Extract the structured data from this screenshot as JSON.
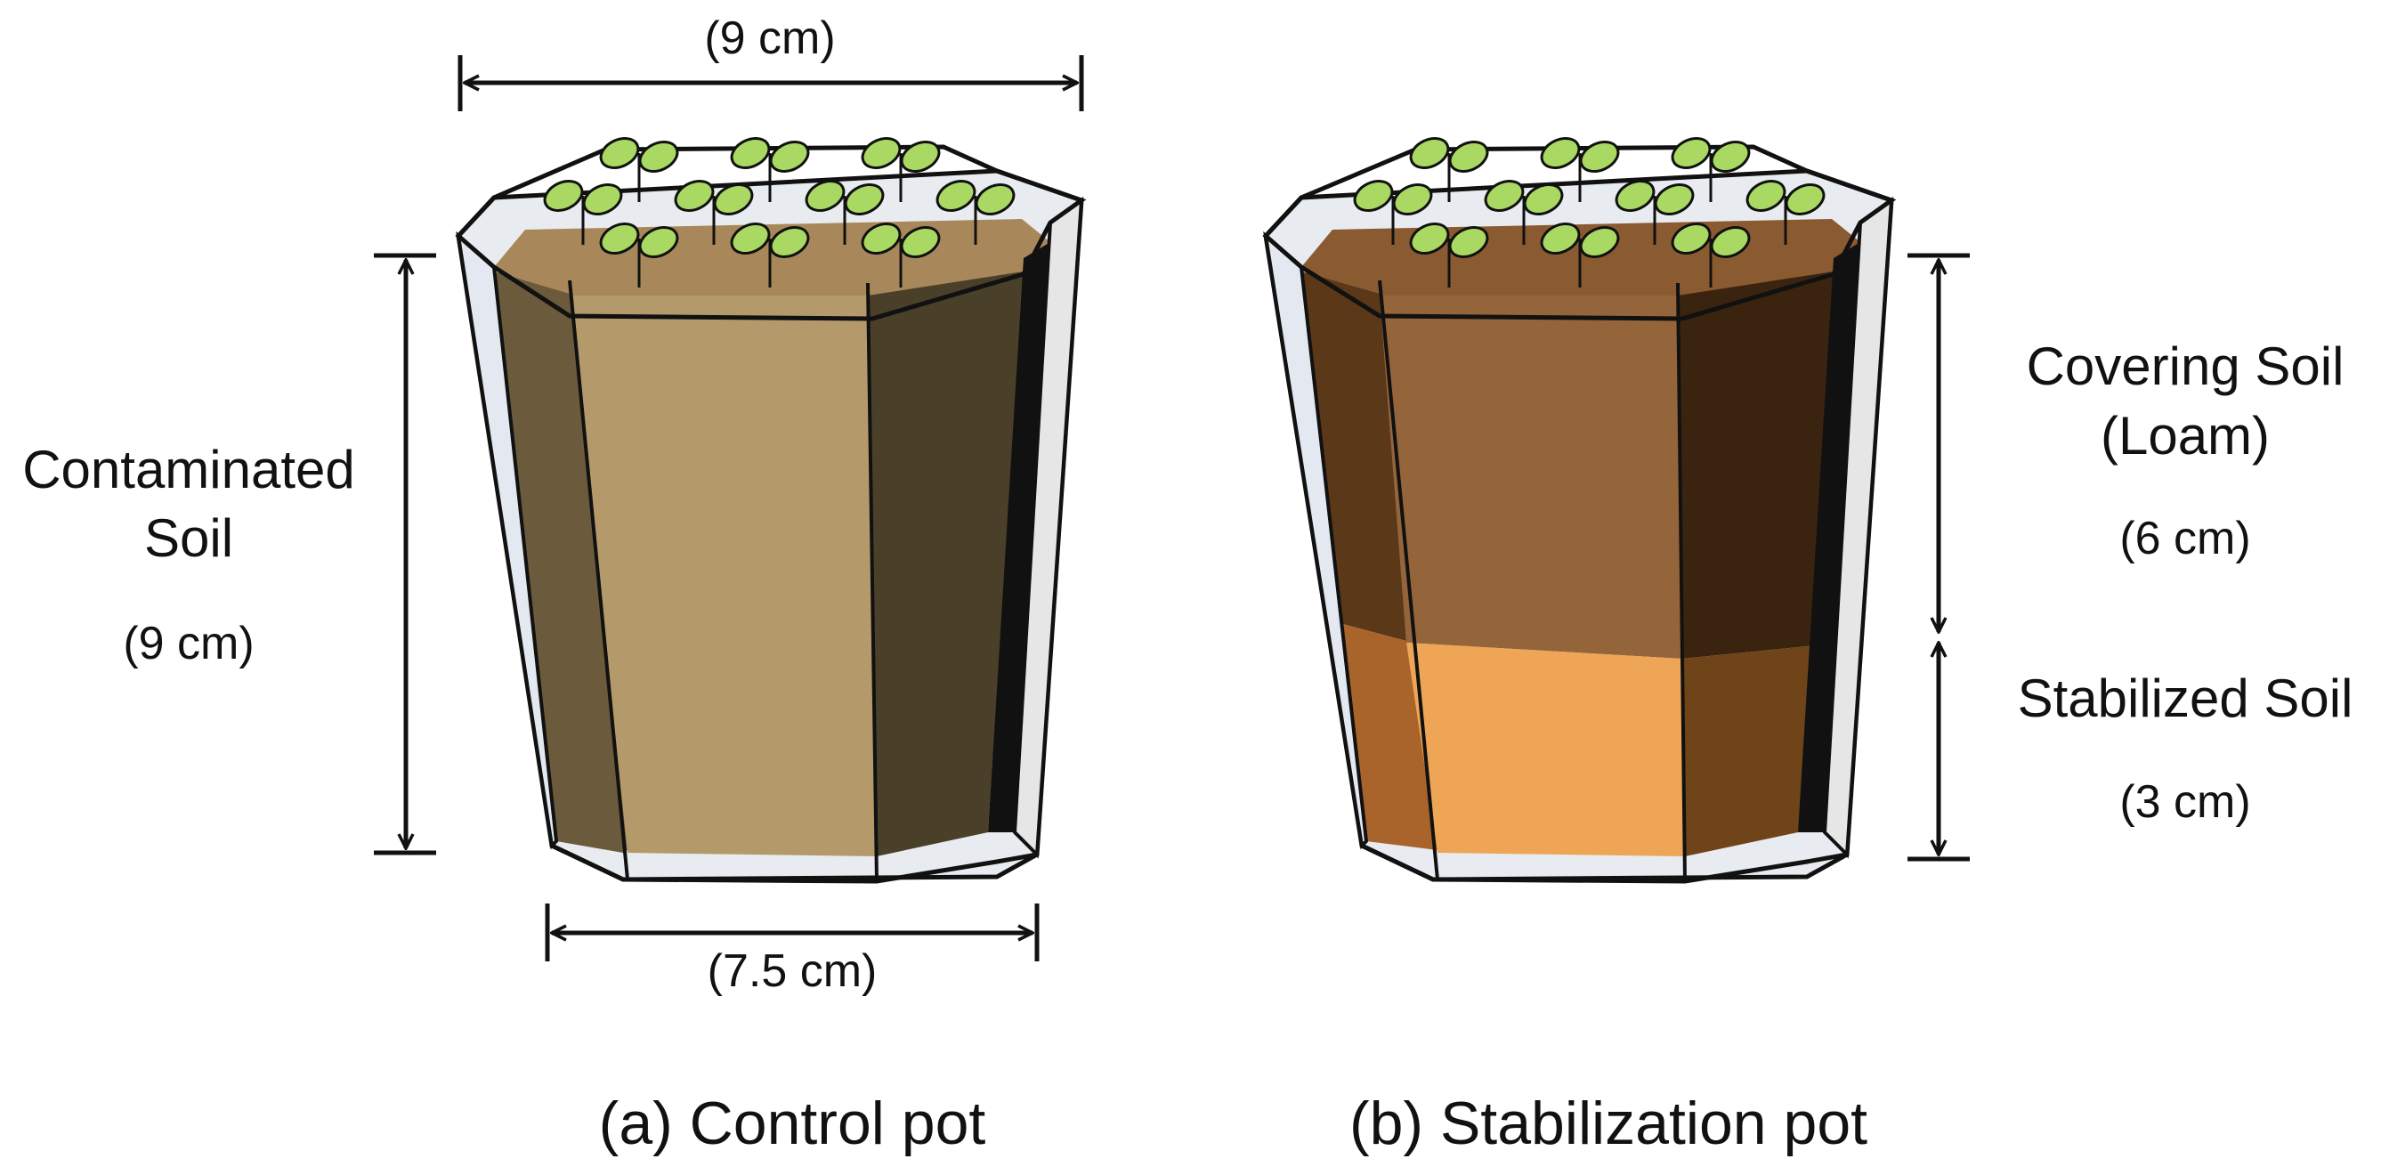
{
  "dimensions": {
    "top_width": "(9 cm)",
    "bottom_width": "(7.5 cm)",
    "control_height": "(9 cm)",
    "covering_height": "(6 cm)",
    "stabilized_height": "(3 cm)"
  },
  "layers": {
    "contaminated_line1": "Contaminated",
    "contaminated_line2": "Soil",
    "covering_line1": "Covering Soil",
    "covering_line2": "(Loam)",
    "stabilized": "Stabilized Soil"
  },
  "captions": {
    "control": "(a) Control pot",
    "stabilization": "(b) Stabilization pot"
  },
  "colors": {
    "control_soil_front": "#b49a6a",
    "control_soil_top": "#a8885a",
    "control_soil_left": "#6b5a3c",
    "control_soil_right": "#4a3f28",
    "loam_front": "#94643a",
    "loam_top": "#8a5a30",
    "loam_left": "#5a3818",
    "loam_right": "#3a2410",
    "stabilized_front": "#eea556",
    "stabilized_left": "#a8642a",
    "stabilized_right": "#6e4418",
    "pot_glass": "#dde2ea",
    "leaf_green": "#a9d962"
  }
}
